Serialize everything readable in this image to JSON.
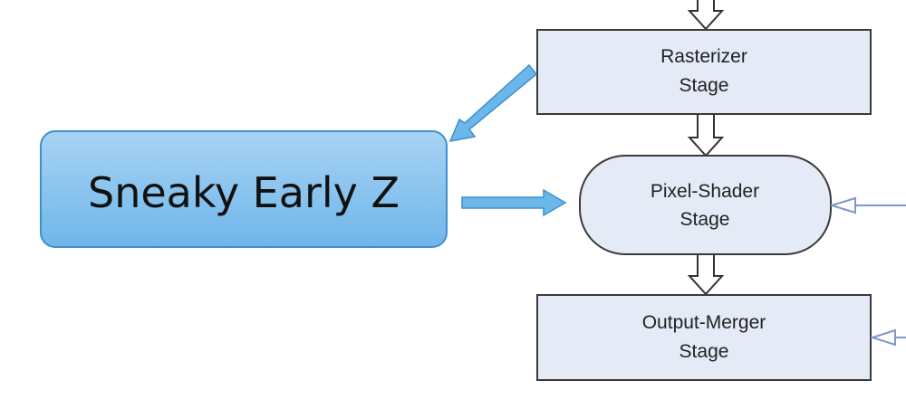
{
  "diagram": {
    "callout": {
      "label": "Sneaky Early Z"
    },
    "stages": [
      {
        "line1": "Rasterizer",
        "line2": "Stage"
      },
      {
        "line1": "Pixel-Shader",
        "line2": "Stage"
      },
      {
        "line1": "Output-Merger",
        "line2": "Stage"
      }
    ]
  },
  "colors": {
    "stage_fill": "#e4eaf6",
    "stage_border": "#3a3a3a",
    "callout_fill_top": "#a8d3f3",
    "callout_fill_bottom": "#6fb6ea",
    "callout_border": "#3d8fcf",
    "callout_arrow": "#6cb7ea",
    "side_arrow": "#7f98c8"
  }
}
